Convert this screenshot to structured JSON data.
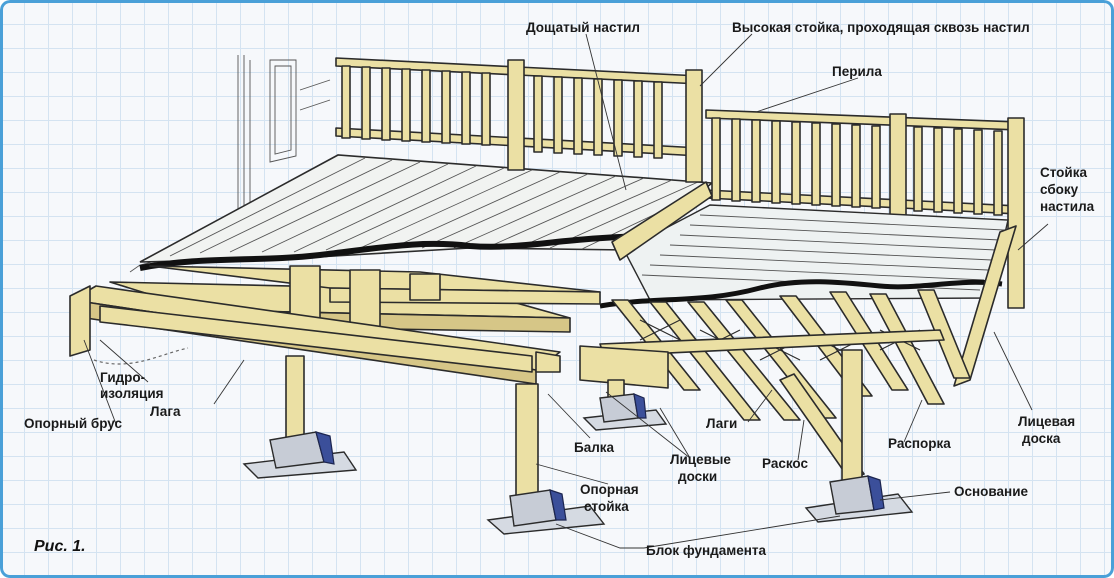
{
  "caption": "Рис. 1.",
  "labels": {
    "deck_boards": "Дощатый настил",
    "tall_post": "Высокая стойка, проходящая сквозь настил",
    "railing": "Перила",
    "side_post_1": "Стойка",
    "side_post_2": "сбоку",
    "side_post_3": "настила",
    "waterproofing_1": "Гидро-",
    "waterproofing_2": "изоляция",
    "ledger": "Опорный брус",
    "joist_left": "Лага",
    "beam": "Балка",
    "fascia_boards_1": "Лицевые",
    "fascia_boards_2": "доски",
    "joists": "Лаги",
    "brace": "Раскос",
    "blocking": "Распорка",
    "fascia_board_right_1": "Лицевая",
    "fascia_board_right_2": "доска",
    "support_post_1": "Опорная",
    "support_post_2": "стойка",
    "base": "Основание",
    "foundation_block": "Блок фундамента"
  },
  "colors": {
    "wood": "#ebe0a4",
    "wood_dark": "#c7b677",
    "outline": "#2b2b2b",
    "deck_top": "#eef2f2",
    "concrete": "#c9cfd9",
    "block_blue": "#3b4f9a",
    "frame_border": "#4aa0d8",
    "grid": "#d4e3f1"
  }
}
